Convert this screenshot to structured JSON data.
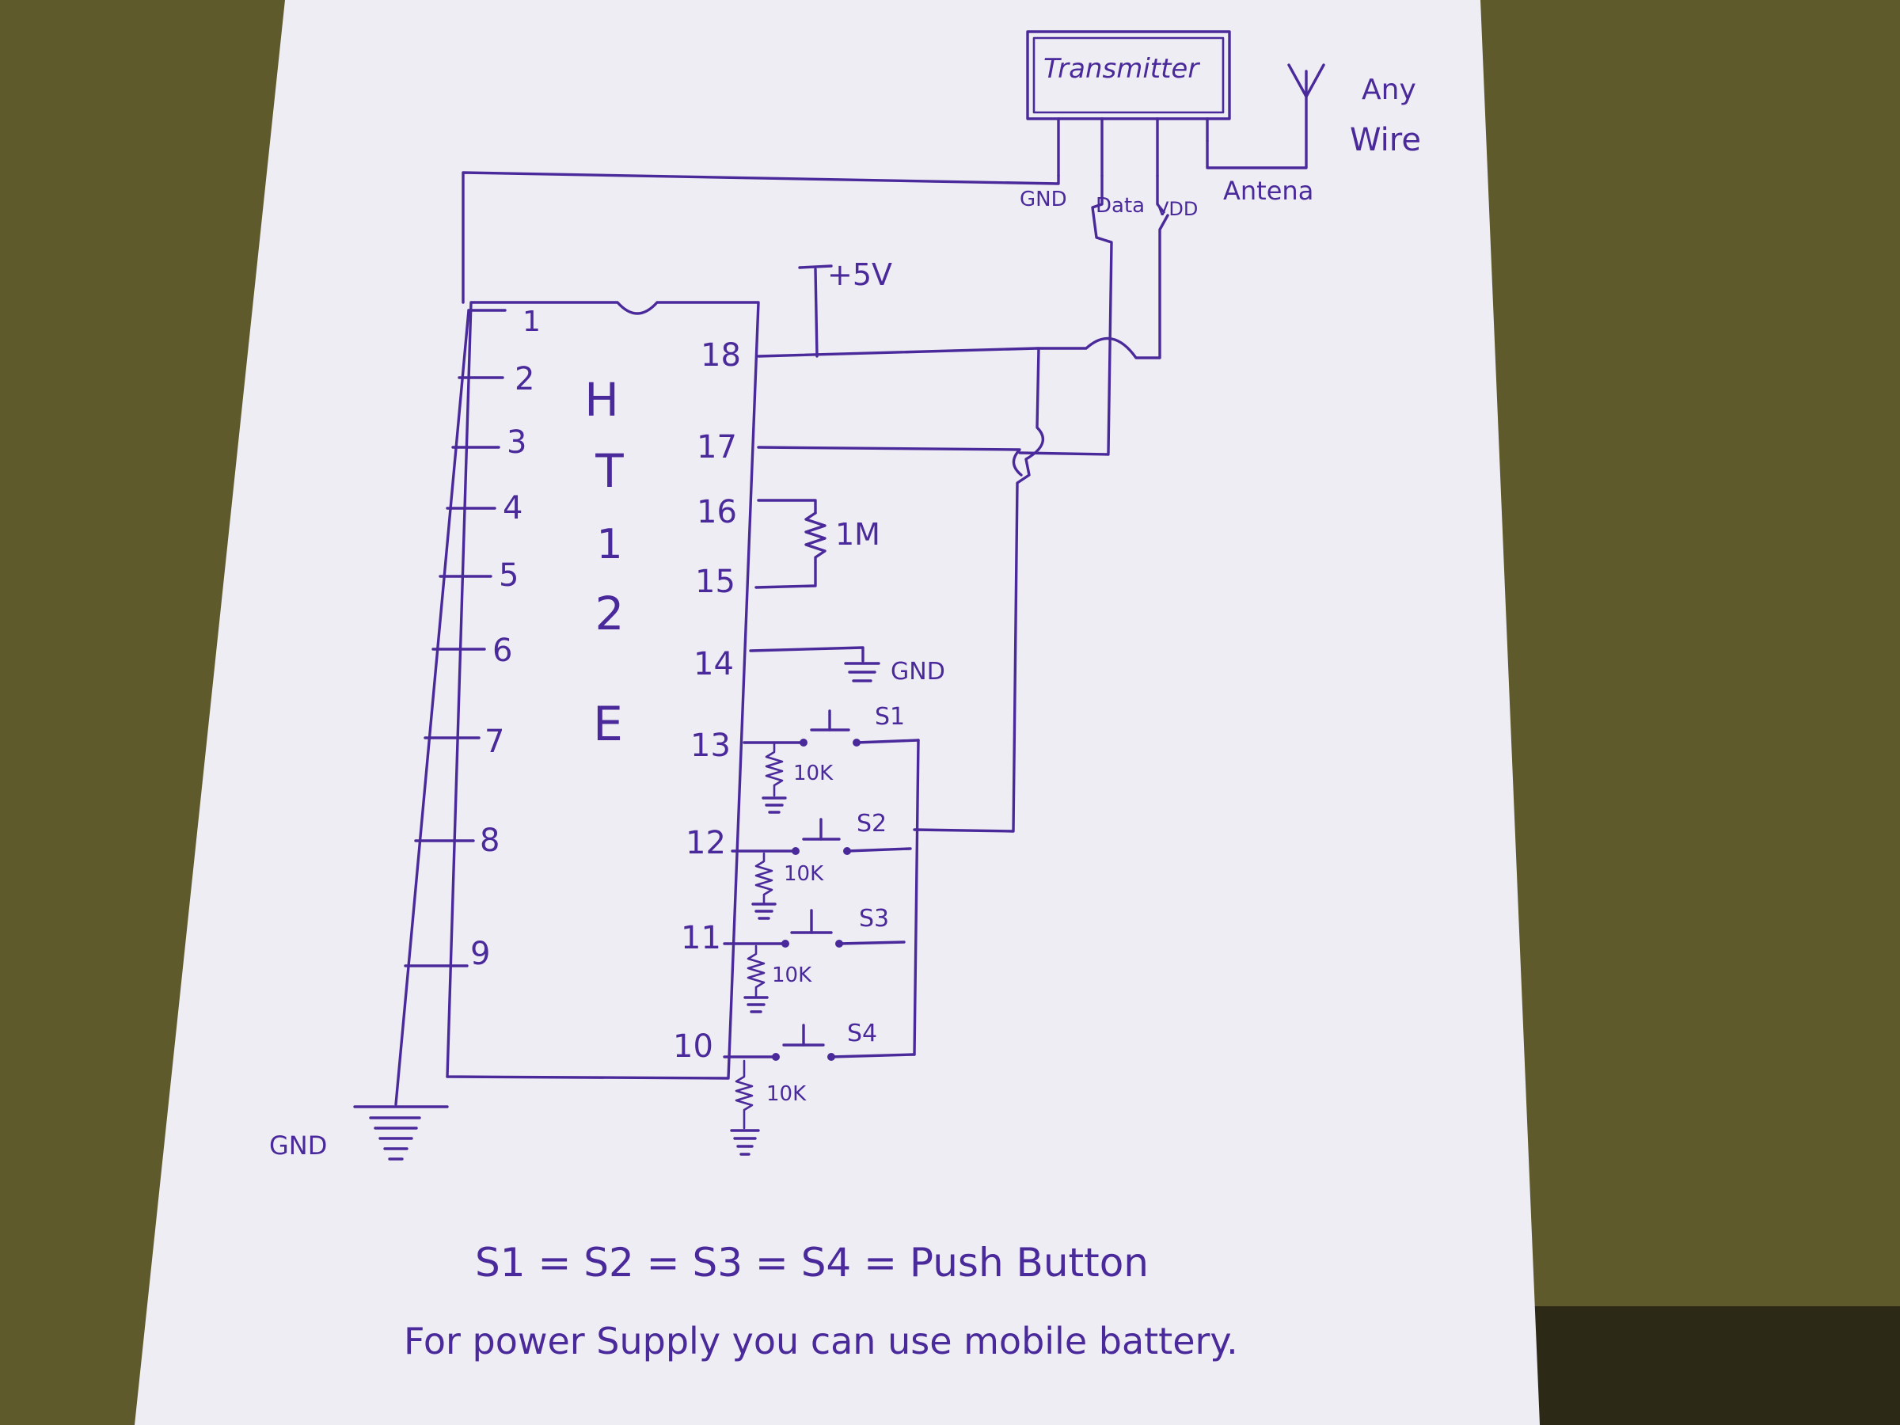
{
  "colors": {
    "ink": "#4a2a9a",
    "paper": "#eeedf4",
    "desk": "#5f5a2c",
    "desk_dark": "#2c2a17"
  },
  "transmitter": {
    "label": "Transmitter",
    "pin_gnd": "GND",
    "pin_data": "Data",
    "pin_vdd": "VDD",
    "pin_antenna": "Antena"
  },
  "antenna_note": {
    "line1": "Any",
    "line2": "Wire"
  },
  "ic": {
    "name_letters": [
      "H",
      "T",
      "1",
      "2",
      "E"
    ],
    "left_pins": [
      "1",
      "2",
      "3",
      "4",
      "5",
      "6",
      "7",
      "8",
      "9"
    ],
    "right_pins": [
      "18",
      "17",
      "16",
      "15",
      "14",
      "13",
      "12",
      "11",
      "10"
    ]
  },
  "supply_label": "+5V",
  "resistor_1m": "1M",
  "gnd_label_pin14": "GND",
  "gnd_label_main": "GND",
  "pulldown_resistors": [
    "10K",
    "10K",
    "10K",
    "10K"
  ],
  "switches": [
    "S1",
    "S2",
    "S3",
    "S4"
  ],
  "notes": {
    "line1": "S1 = S2 = S3 = S4 = Push Button",
    "line2": "For power Supply you can use mobile battery."
  }
}
